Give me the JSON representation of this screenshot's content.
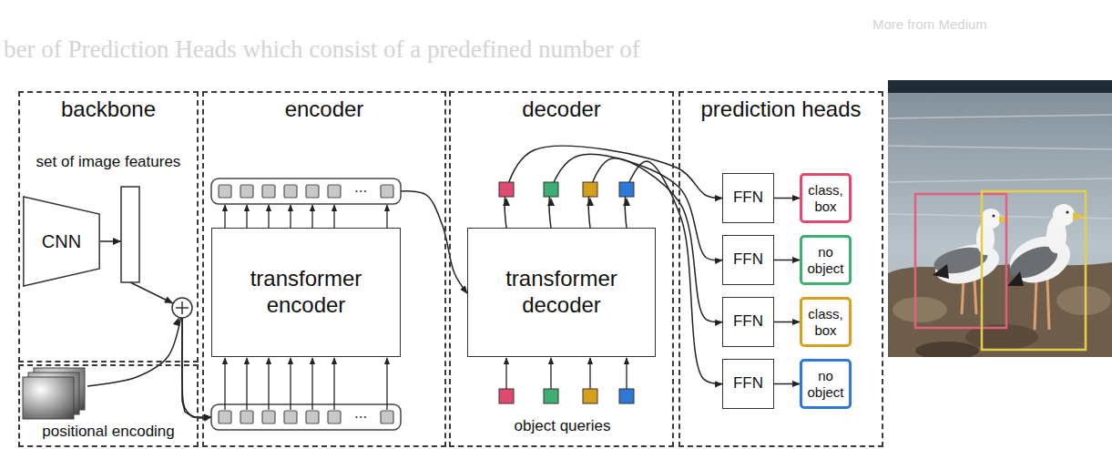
{
  "diagram": {
    "nodes": [
      {
        "text": [
          "backbone",
          "set of image features"
        ]
      },
      {
        "text": [
          "CNN"
        ],
        "in": 0
      },
      {
        "text": [
          "positional encoding"
        ]
      },
      {
        "text": [
          "encoder"
        ]
      },
      {
        "text": [
          "transformer encoder"
        ],
        "in": 3
      },
      {
        "text": [
          "decoder"
        ]
      },
      {
        "text": [
          "transformer decoder"
        ],
        "in": 5
      },
      {
        "text": [
          "prediction heads"
        ]
      },
      {
        "text": [
          "FFN"
        ],
        "in": 7
      },
      {
        "text": [
          "class, box"
        ],
        "in": 7
      },
      {
        "text": [
          "FFN"
        ],
        "in": 7
      },
      {
        "text": [
          "no object"
        ],
        "in": 7
      },
      {
        "text": [
          "FFN"
        ],
        "in": 7
      },
      {
        "text": [
          "class, box"
        ],
        "in": 7
      },
      {
        "text": [
          "FFN"
        ],
        "in": 7
      },
      {
        "text": [
          "no object"
        ],
        "in": 7
      }
    ],
    "edges": [
      {
        "from": 1,
        "to": 4,
        "arrow": "to"
      },
      {
        "from": 2,
        "to": 4,
        "arrow": "to"
      },
      {
        "from": 4,
        "to": 6,
        "arrow": "to"
      },
      {
        "from": 6,
        "to": 8,
        "arrow": "to"
      },
      {
        "from": 6,
        "to": 10,
        "arrow": "to"
      },
      {
        "from": 6,
        "to": 12,
        "arrow": "to"
      },
      {
        "from": 6,
        "to": 14,
        "arrow": "to"
      },
      {
        "from": 8,
        "to": 9,
        "arrow": "to"
      },
      {
        "from": 10,
        "to": 11,
        "arrow": "to"
      },
      {
        "from": 12,
        "to": 13,
        "arrow": "to"
      },
      {
        "from": 14,
        "to": 15,
        "arrow": "to"
      }
    ],
    "labels": [
      "More from Medium",
      "ber of Prediction Heads which consist of a predefined number of",
      "...",
      "...",
      "object queries"
    ]
  }
}
